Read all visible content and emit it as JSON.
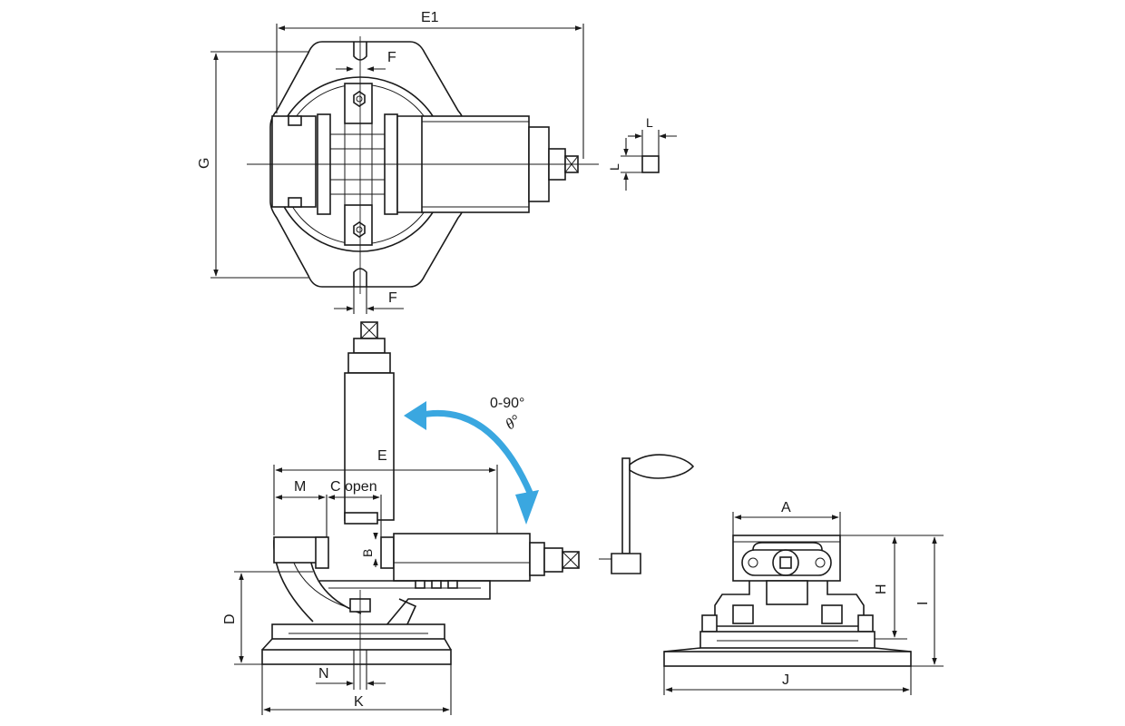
{
  "labels": {
    "e1": "E1",
    "f_top": "F",
    "f_bottom": "F",
    "g": "G",
    "l_horizontal": "L",
    "l_vertical": "L",
    "angle_range": "0-90°",
    "theta": "θ°",
    "e": "E",
    "m": "M",
    "c_open": "C open",
    "b": "B",
    "d": "D",
    "n": "N",
    "k": "K",
    "a": "A",
    "h": "H",
    "i": "I",
    "j": "J"
  },
  "colors": {
    "line": "#1a1a1a",
    "rotation_arrow": "#3aa7e0",
    "background": "#ffffff"
  }
}
